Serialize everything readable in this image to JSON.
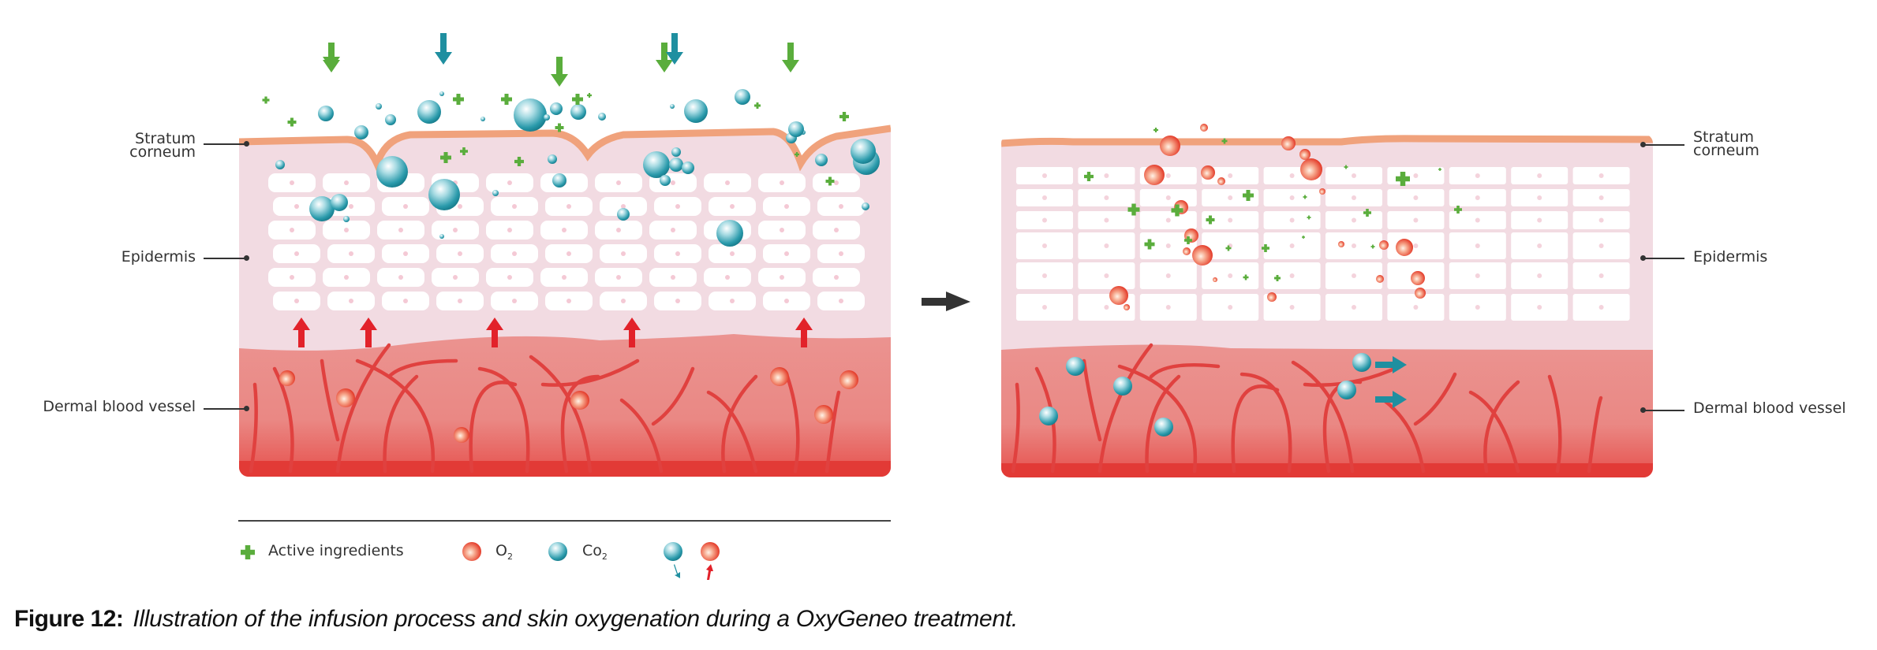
{
  "left_panel": {
    "labels": {
      "stratum_corneum": [
        "Stratum",
        "corneum"
      ],
      "epidermis": "Epidermis",
      "dermal_blood_vessel": "Dermal blood vessel"
    },
    "description": "Before: O2 and active ingredients infused through stratum corneum; CO2 bubbles enter, O2 in dermis moves upward"
  },
  "right_panel": {
    "labels": {
      "stratum_corneum": [
        "Stratum",
        "corneum"
      ],
      "epidermis": "Epidermis",
      "dermal_blood_vessel": "Dermal blood vessel"
    },
    "description": "After: O2 bubbles in epidermis with active ingredients; CO2 in dermis exits"
  },
  "transition_arrow": "right-arrow",
  "legend": {
    "items": [
      {
        "icon": "green-plus-icon",
        "label": "Active ingredients"
      },
      {
        "icon": "o2-sphere-icon",
        "label": "O",
        "sub": "2"
      },
      {
        "icon": "co2-sphere-icon",
        "label": "Co",
        "sub": "2"
      },
      {
        "icon": "gas-exchange-icon",
        "label": ""
      }
    ]
  },
  "caption": {
    "figure_label": "Figure 12:",
    "text": "Illustration of the infusion process and skin oxygenation during a OxyGeneo treatment."
  },
  "colors": {
    "co2_teal": "#1f8fa0",
    "o2_red": "#e5332a",
    "active_green": "#5aad3c",
    "stratum_orange": "#f1a57f",
    "epidermis_pink": "#f2dbe2",
    "dermis_red": "#ea8a85",
    "vessel_red": "#e14a4a"
  }
}
